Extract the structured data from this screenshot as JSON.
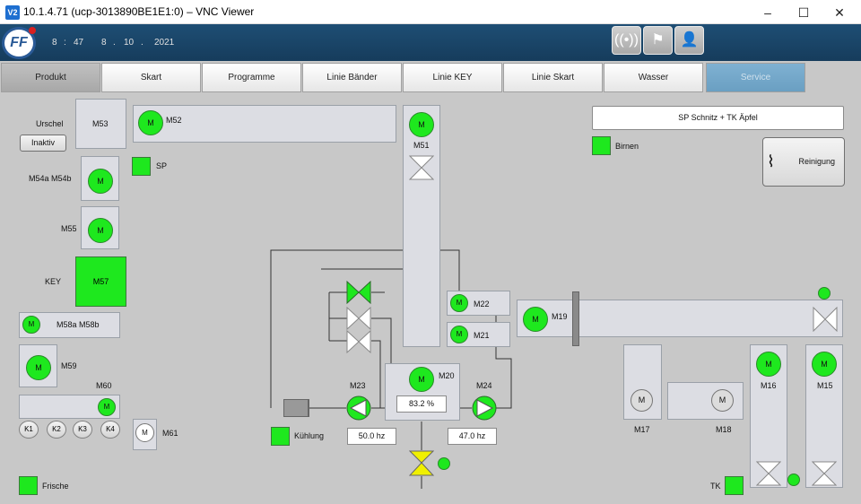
{
  "window": {
    "title": "10.1.4.71 (ucp-3013890BE1E1:0) – VNC Viewer",
    "logo": "V2",
    "minimize": "–",
    "maximize": "☐",
    "close": "✕"
  },
  "header": {
    "logo": "FF",
    "clock": {
      "h": "8",
      "sep1": ":",
      "m": "47",
      "d": "8",
      "dot1": ".",
      "mo": "10",
      "dot2": ".",
      "y": "2021"
    },
    "icons": [
      "alarm-icon",
      "flag-icon",
      "user-icon"
    ]
  },
  "tabs": [
    {
      "label": "Produkt"
    },
    {
      "label": "Skart"
    },
    {
      "label": "Programme"
    },
    {
      "label": "Linie Bänder"
    },
    {
      "label": "Linie KEY"
    },
    {
      "label": "Linie Skart"
    },
    {
      "label": "Wasser"
    },
    {
      "label": "Service"
    }
  ],
  "left": {
    "urschel": "Urschel",
    "inaktiv": "Inaktiv",
    "m53": "M53",
    "m54": "M54a M54b",
    "m55": "M55",
    "key": "KEY",
    "m57": "M57",
    "m58": "M58a M58b",
    "m59": "M59",
    "m60": "M60",
    "m61": "M61",
    "k": [
      "K1",
      "K2",
      "K3",
      "K4"
    ],
    "frische": "Frische"
  },
  "motor_label": "M",
  "m52": "M52",
  "sp": "SP",
  "m51": "M51",
  "m22": "M22",
  "m21": "M21",
  "m19": "M19",
  "m20": "M20",
  "m23": "M23",
  "m24": "M24",
  "m20_value": "83.2 %",
  "m23_hz": "50.0 hz",
  "m24_hz": "47.0 hz",
  "kuehlung": "Kühlung",
  "product": "SP Schnitz + TK Äpfel",
  "birnen": "Birnen",
  "reinigung": "Reinigung",
  "m17": "M17",
  "m18": "M18",
  "m16": "M16",
  "m15": "M15",
  "tk": "TK",
  "colors": {
    "active": "#1ee81e",
    "header": "#1e4e74",
    "service_tab": "#7fb1d2"
  }
}
